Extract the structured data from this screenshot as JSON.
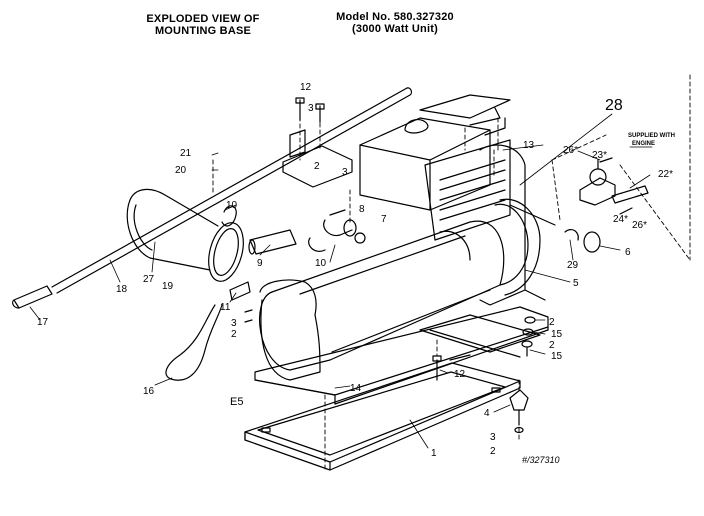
{
  "header": {
    "title_line1": "EXPLODED VIEW OF",
    "title_line2": "MOUNTING BASE",
    "model_line1": "Model No. 580.327320",
    "model_line2": "(3000 Watt Unit)"
  },
  "supplied_note": {
    "line1": "SUPPLIED WITH",
    "line2": "ENGINE"
  },
  "figure_label": "E5",
  "reference_code": "#/327310",
  "callouts": [
    {
      "id": "c12a",
      "label": "12"
    },
    {
      "id": "c3a",
      "label": "3"
    },
    {
      "id": "c2a",
      "label": "2"
    },
    {
      "id": "c3b",
      "label": "3"
    },
    {
      "id": "c28",
      "label": "28"
    },
    {
      "id": "c13",
      "label": "13"
    },
    {
      "id": "c26a",
      "label": "26*"
    },
    {
      "id": "c23",
      "label": "23*"
    },
    {
      "id": "c22",
      "label": "22*"
    },
    {
      "id": "c24",
      "label": "24*"
    },
    {
      "id": "c26b",
      "label": "26*"
    },
    {
      "id": "c21",
      "label": "21"
    },
    {
      "id": "c20",
      "label": "20"
    },
    {
      "id": "c10a",
      "label": "10"
    },
    {
      "id": "c8",
      "label": "8"
    },
    {
      "id": "c7",
      "label": "7"
    },
    {
      "id": "c9",
      "label": "9"
    },
    {
      "id": "c10b",
      "label": "10"
    },
    {
      "id": "c29",
      "label": "29"
    },
    {
      "id": "c6",
      "label": "6"
    },
    {
      "id": "c5",
      "label": "5"
    },
    {
      "id": "c27",
      "label": "27"
    },
    {
      "id": "c19",
      "label": "19"
    },
    {
      "id": "c18",
      "label": "18"
    },
    {
      "id": "c17",
      "label": "17"
    },
    {
      "id": "c11",
      "label": "11"
    },
    {
      "id": "c3c",
      "label": "3"
    },
    {
      "id": "c2b",
      "label": "2"
    },
    {
      "id": "c16",
      "label": "16"
    },
    {
      "id": "c2c",
      "label": "2"
    },
    {
      "id": "c15a",
      "label": "15"
    },
    {
      "id": "c2d",
      "label": "2"
    },
    {
      "id": "c15b",
      "label": "15"
    },
    {
      "id": "c12b",
      "label": "12"
    },
    {
      "id": "c14",
      "label": "14"
    },
    {
      "id": "c4",
      "label": "4"
    },
    {
      "id": "c3d",
      "label": "3"
    },
    {
      "id": "c2e",
      "label": "2"
    },
    {
      "id": "c1",
      "label": "1"
    }
  ]
}
